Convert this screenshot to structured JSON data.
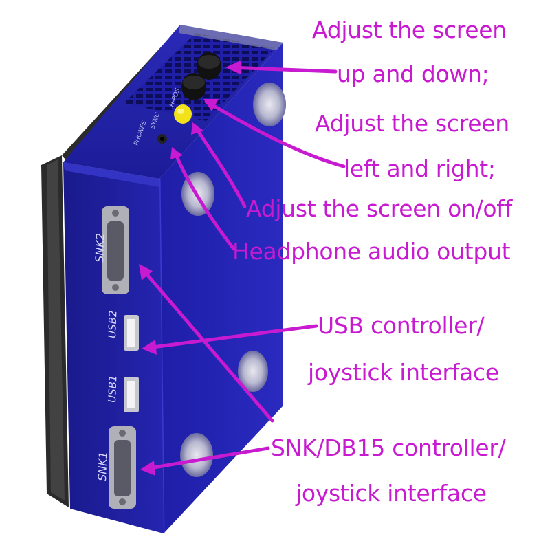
{
  "colors": {
    "annotation": "#c81ad0",
    "case_blue": "#1f1fa6",
    "case_dark": "#14146e",
    "frame": "#2b2b2b",
    "knob": "#111111",
    "button": "#f2e21a"
  },
  "annotations": [
    "Adjust the screen",
    "up and down;",
    "Adjust the screen",
    "left and right;",
    "Adjust the screen on/off",
    "Headphone audio output",
    "USB controller/",
    "joystick interface",
    "SNK/DB15 controller/",
    "joystick interface"
  ],
  "port_labels": {
    "snk2": "SNK2",
    "usb2": "USB2",
    "usb1": "USB1",
    "snk1": "SNK1",
    "phones": "PHONES",
    "sync": "SYNC",
    "hpos": "H-POS"
  }
}
